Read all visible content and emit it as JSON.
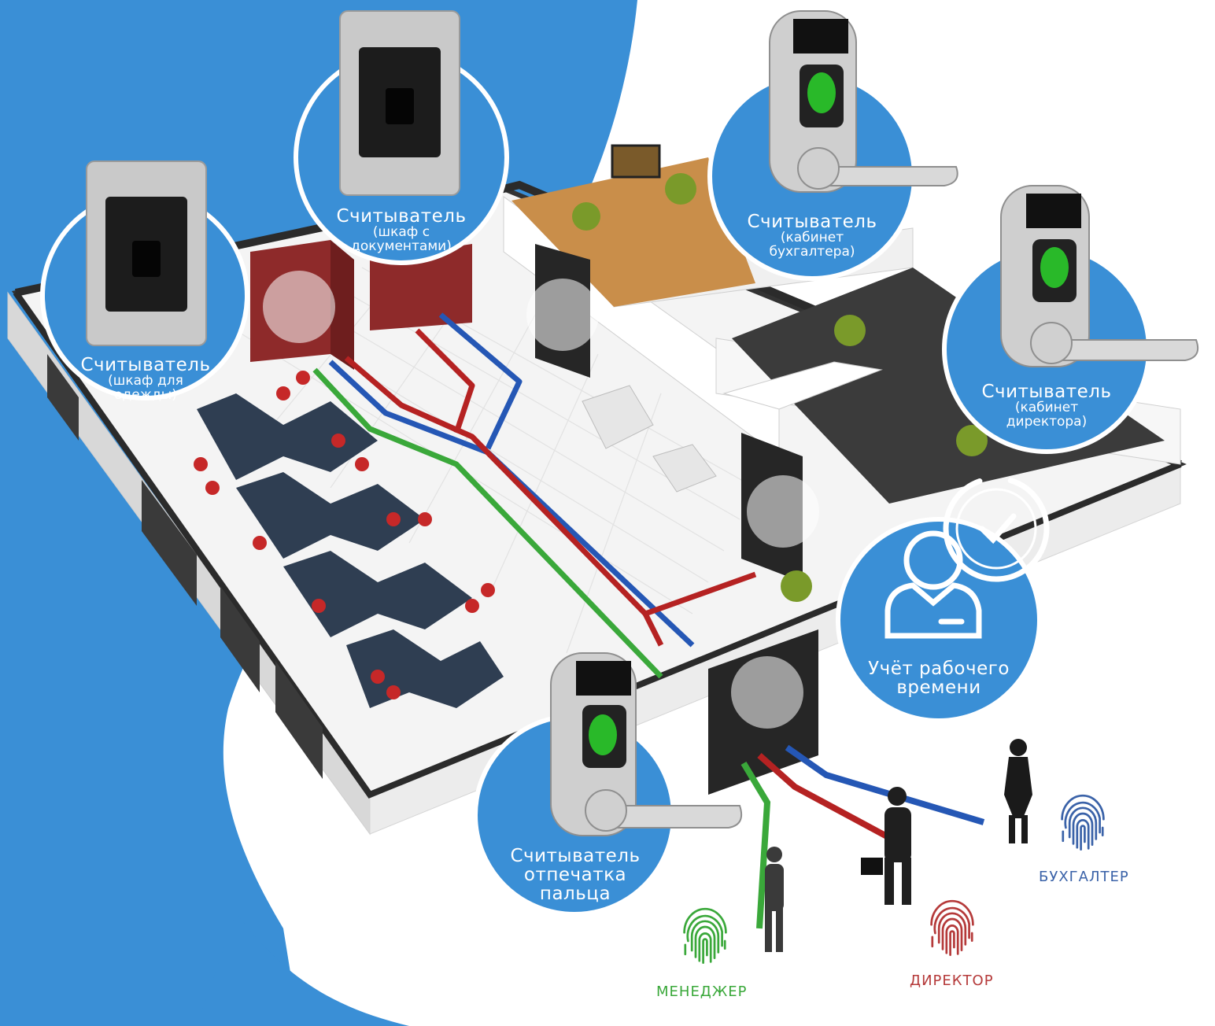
{
  "colors": {
    "brand_blue": "#3a8fd6",
    "path_green": "#3aa83a",
    "path_red": "#b52222",
    "path_blue": "#2557b5",
    "role_green": "#3aa83a",
    "role_red": "#b53a3a",
    "role_blue": "#3a62a8"
  },
  "bubbles": {
    "clothes": {
      "title": "Считыватель",
      "sub1": "(шкаф для",
      "sub2": "одежды)",
      "icon": "fingerprint-panel-icon"
    },
    "docs": {
      "title": "Считыватель",
      "sub1": "(шкаф с",
      "sub2": "документами)",
      "icon": "fingerprint-panel-icon"
    },
    "accountant": {
      "title": "Считыватель",
      "sub1": "(кабинет",
      "sub2": "бухгалтера)",
      "icon": "fingerprint-lock-icon"
    },
    "director": {
      "title": "Считыватель",
      "sub1": "(кабинет",
      "sub2": "директора)",
      "icon": "fingerprint-lock-icon"
    },
    "time": {
      "line1": "Учёт рабочего",
      "line2": "времени",
      "icon": "employee-clock-icon"
    },
    "entrance": {
      "line1": "Считыватель",
      "line2": "отпечатка",
      "line3": "пальца",
      "icon": "fingerprint-lock-icon"
    }
  },
  "roles": {
    "manager": {
      "label": "МЕНЕДЖЕР",
      "icon": "fingerprint-icon"
    },
    "director": {
      "label": "ДИРЕКТОР",
      "icon": "fingerprint-icon"
    },
    "accountant": {
      "label": "БУХГАЛТЕР",
      "icon": "fingerprint-icon"
    }
  }
}
